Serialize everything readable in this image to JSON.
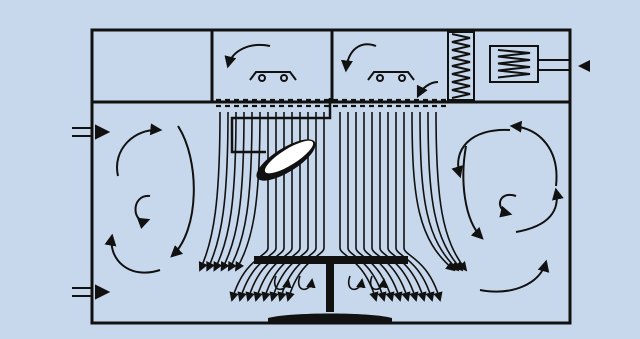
{
  "diagram": {
    "background_color": "#c8d8ec",
    "ink_color": "#111111",
    "canvas_color": "#ffffff",
    "components": {
      "upper_left_compartment": "empty-box",
      "laminar_ceiling": "perforated-diffuser",
      "operating_lamp": "lamp-on-swing-arm",
      "operating_table": "table-with-pedestal",
      "hepa_filter": "zigzag-filter-block",
      "fan_unit": "fan-housing-with-duct",
      "supply_air_inlet": "arrow-left",
      "left_wall_vents": "inlet-arrows-right",
      "recirculation_left": "swirl-arrows",
      "recirculation_right": "swirl-arrows",
      "ceiling_fans": "fan-glyphs"
    }
  }
}
